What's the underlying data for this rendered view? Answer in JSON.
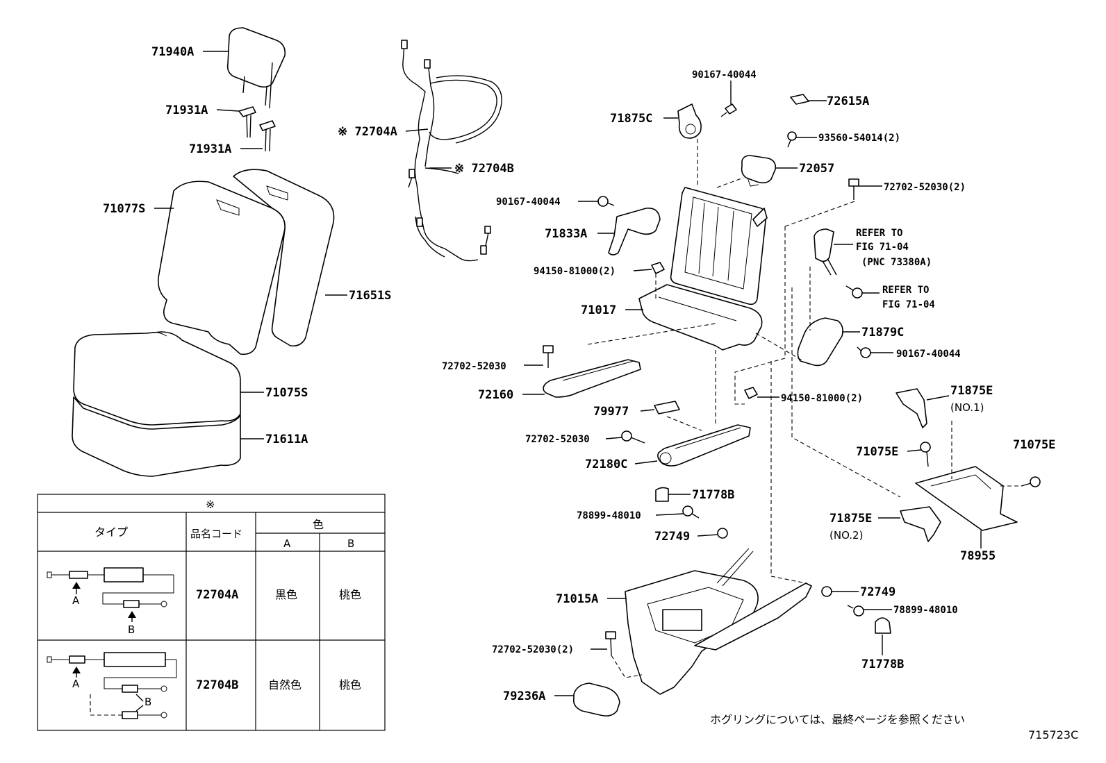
{
  "labels": {
    "p71940A": "71940A",
    "p71931A_1": "71931A",
    "p71931A_2": "71931A",
    "p71077S": "71077S",
    "p71651S": "71651S",
    "p71075S": "71075S",
    "p71611A": "71611A",
    "p72704A": "※ 72704A",
    "p72704B": "※ 72704B",
    "p90167_1": "90167-40044",
    "p71875C": "71875C",
    "p72615A": "72615A",
    "p93560": "93560-54014(2)",
    "p72057": "72057",
    "p72702_1": "72702-52030(2)",
    "p90167_2": "90167-40044",
    "p71833A": "71833A",
    "p94150_1": "94150-81000(2)",
    "p71017": "71017",
    "refer1_l1": "REFER TO",
    "refer1_l2": "FIG 71-04",
    "refer1_l3": "(PNC 73380A)",
    "refer2_l1": "REFER TO",
    "refer2_l2": "FIG 71-04",
    "p71879C": "71879C",
    "p90167_3": "90167-40044",
    "p72702_2": "72702-52030",
    "p72160": "72160",
    "p94150_2": "94150-81000(2)",
    "p71875E_1": "71875E",
    "no1": "(NO.1)",
    "p79977": "79977",
    "p72702_3": "72702-52030",
    "p72180C": "72180C",
    "p71075E_1": "71075E",
    "p71075E_2": "71075E",
    "p71778B_1": "71778B",
    "p78899_1": "78899-48010",
    "p72749_1": "72749",
    "p71875E_2": "71875E",
    "no2": "(NO.2)",
    "p78955": "78955",
    "p71015A": "71015A",
    "p72749_2": "72749",
    "p78899_2": "78899-48010",
    "p72702_4": "72702-52030(2)",
    "p71778B_2": "71778B",
    "p79236A": "79236A",
    "footnote": "ホグリングについては、最終ページを参照ください",
    "figure_id": "715723C"
  },
  "table": {
    "title": "※",
    "col_type": "タイプ",
    "col_code": "品名コード",
    "col_color": "色",
    "col_a": "A",
    "col_b": "B",
    "rows": [
      {
        "code": "72704A",
        "color_a": "黒色",
        "color_b": "桃色",
        "mark_a": "A",
        "mark_b": "B"
      },
      {
        "code": "72704B",
        "color_a": "自然色",
        "color_b": "桃色",
        "mark_a": "A",
        "mark_b": "B"
      }
    ]
  }
}
